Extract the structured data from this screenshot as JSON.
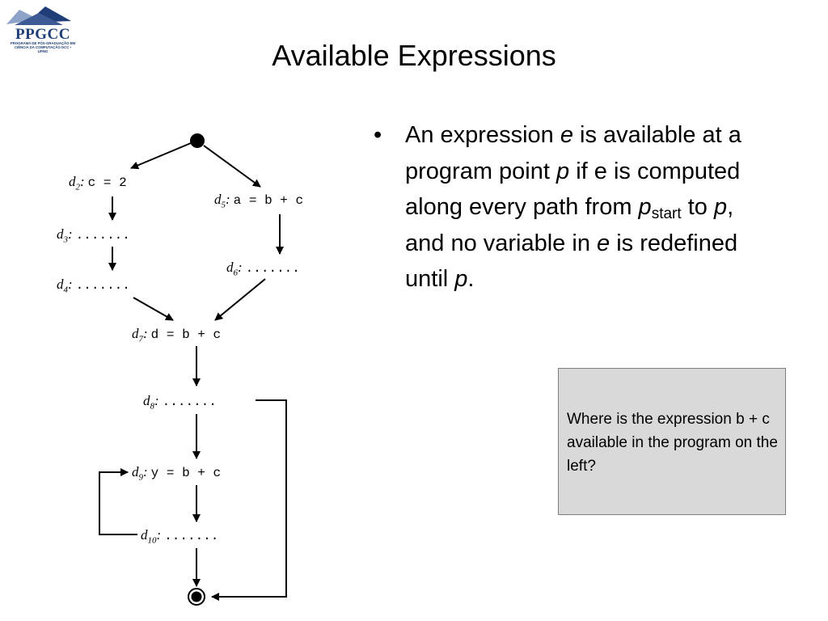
{
  "logo": {
    "text": "PPGCC",
    "subtitle": "PROGRAMA DE PÓS-GRADUAÇÃO EM CIÊNCIA DA COMPUTAÇÃO DCC • UFMG",
    "colors": {
      "primary": "#1f3e78",
      "secondary": "#8ea3c8"
    }
  },
  "slide": {
    "title": "Available Expressions"
  },
  "cfg": {
    "nodes": [
      {
        "id": "d2",
        "name": "d",
        "sub": "2",
        "code": "c = 2"
      },
      {
        "id": "d3",
        "name": "d",
        "sub": "3",
        "code": "......."
      },
      {
        "id": "d4",
        "name": "d",
        "sub": "4",
        "code": "......."
      },
      {
        "id": "d5",
        "name": "d",
        "sub": "5",
        "code": "a = b + c"
      },
      {
        "id": "d6",
        "name": "d",
        "sub": "6",
        "code": "......."
      },
      {
        "id": "d7",
        "name": "d",
        "sub": "7",
        "code": "d = b + c"
      },
      {
        "id": "d8",
        "name": "d",
        "sub": "8",
        "code": "......."
      },
      {
        "id": "d9",
        "name": "d",
        "sub": "9",
        "code": "y = b + c"
      },
      {
        "id": "d10",
        "name": "d",
        "sub": "10",
        "code": "......."
      }
    ],
    "edges": [
      [
        "start",
        "d2"
      ],
      [
        "start",
        "d5"
      ],
      [
        "d2",
        "d3"
      ],
      [
        "d3",
        "d4"
      ],
      [
        "d5",
        "d6"
      ],
      [
        "d4",
        "d7"
      ],
      [
        "d6",
        "d7"
      ],
      [
        "d7",
        "d8"
      ],
      [
        "d8",
        "d9"
      ],
      [
        "d9",
        "d10"
      ],
      [
        "d10",
        "d9"
      ],
      [
        "d10",
        "end"
      ],
      [
        "d8",
        "end"
      ]
    ]
  },
  "bullet": {
    "marker": "•",
    "t1": "An expression ",
    "e1": "e",
    "t2": " is available at a program point ",
    "p1": "p",
    "t3": " if e is computed along every path from ",
    "p2": "p",
    "start_sub": "start",
    "t4": " to ",
    "p3": "p",
    "t5": ", and no variable in ",
    "e2": "e",
    "t6": " is redefined until ",
    "p4": "p",
    "t7": "."
  },
  "callout": {
    "text": "Where is the expression b + c available in the program on the left?",
    "background": "#d9d9d9",
    "border": "#7f7f7f"
  }
}
